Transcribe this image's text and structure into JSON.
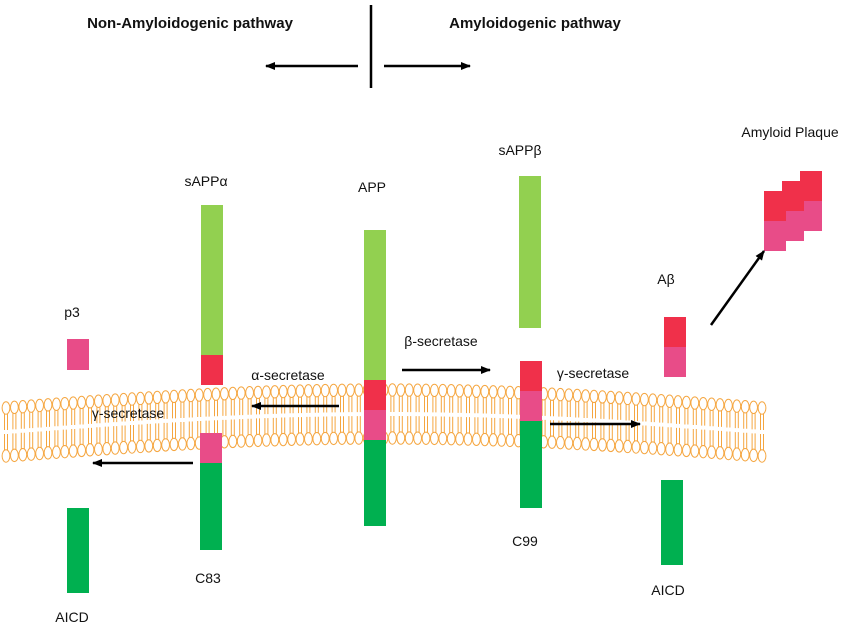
{
  "header": {
    "left_title": "Non-Amyloidogenic pathway",
    "right_title": "Amyloidogenic pathway"
  },
  "labels": {
    "app": "APP",
    "sappa": "sAPPα",
    "sappb": "sAPPβ",
    "p3": "p3",
    "abeta": "Aβ",
    "plaque": "Amyloid Plaque",
    "c83": "C83",
    "c99": "C99",
    "aicd_left": "AICD",
    "aicd_right": "AICD"
  },
  "enzymes": {
    "alpha": "α-secretase",
    "beta": "β-secretase",
    "gamma_left": "γ-secretase",
    "gamma_right": "γ-secretase"
  },
  "colors": {
    "light_green": "#92d050",
    "dark_green": "#00b050",
    "red": "#f0304a",
    "pink": "#e84c88",
    "membrane": "#f5a640",
    "arrow": "#000000"
  }
}
